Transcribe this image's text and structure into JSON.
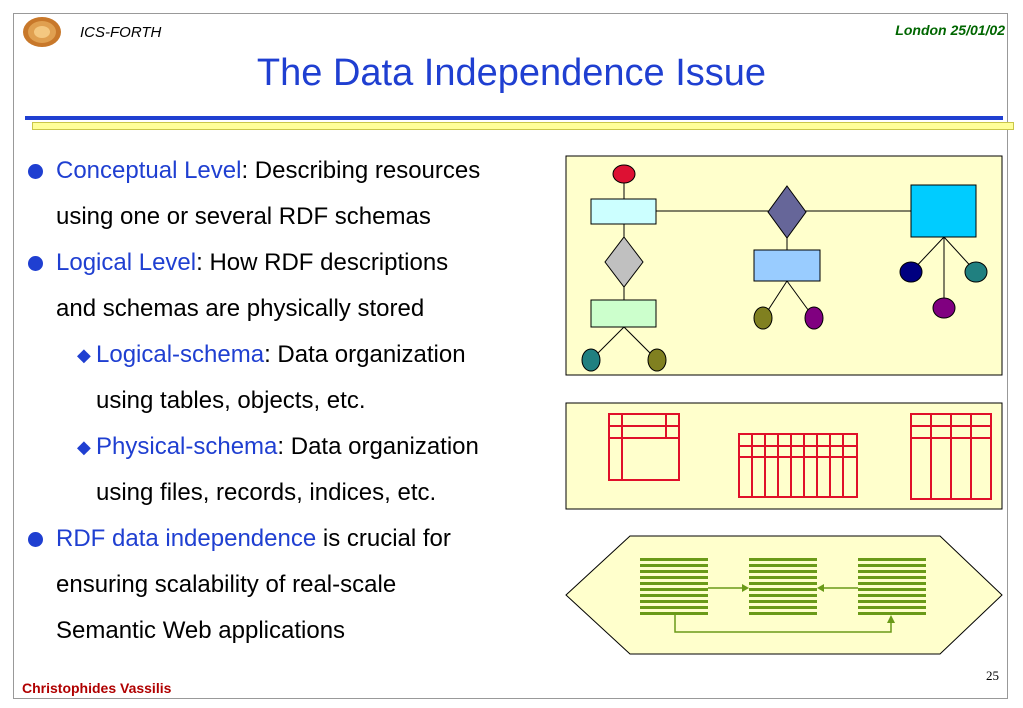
{
  "header": {
    "org": "ICS-FORTH",
    "date": "London 25/01/02",
    "title": "The Data Independence Issue"
  },
  "bullets": [
    {
      "highlight": "Conceptual Level",
      "rest": ": Describing resources",
      "line2": "using one or several RDF schemas"
    },
    {
      "highlight": "Logical Level",
      "rest": ": How RDF descriptions",
      "line2": "and schemas are physically stored"
    }
  ],
  "sub_bullets": [
    {
      "highlight": "Logical-schema",
      "rest": ": Data organization",
      "line2": "using tables, objects, etc."
    },
    {
      "highlight": "Physical-schema",
      "rest": ": Data organization",
      "line2": "using files, records, indices, etc."
    }
  ],
  "last_bullet": {
    "highlight": "RDF data independence",
    "rest": " is crucial for",
    "line2": "ensuring scalability of real-scale",
    "line3": "Semantic Web applications"
  },
  "footer": {
    "author": "Christophides Vassilis",
    "page": "25"
  },
  "colors": {
    "accent": "#1f3fd1",
    "date": "#006600",
    "author": "#b00000",
    "panel": "#ffffcc"
  }
}
